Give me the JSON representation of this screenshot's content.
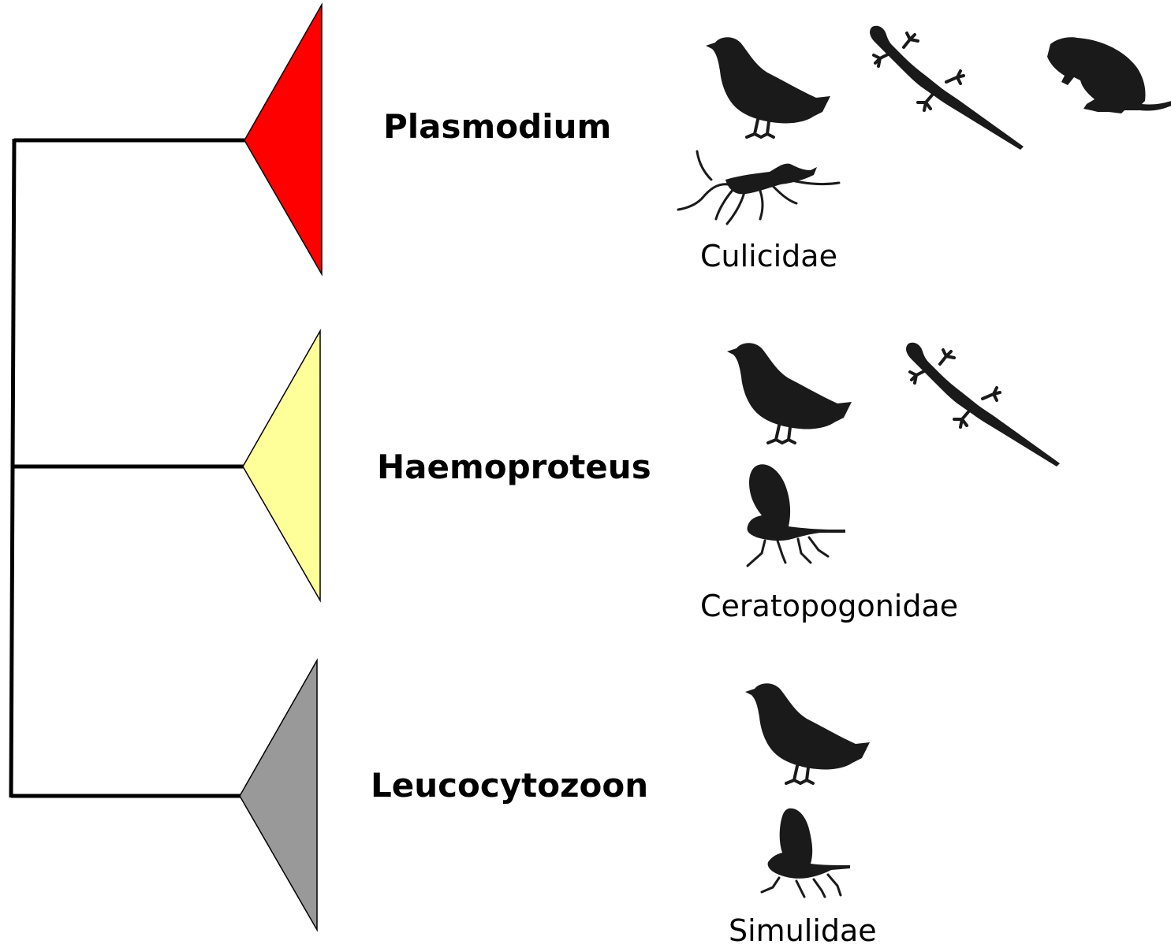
{
  "clades": [
    {
      "name": "Plasmodium",
      "color": "#ff0000",
      "hosts": [
        "bird-icon",
        "lizard-icon",
        "rodent-icon"
      ],
      "vector": {
        "name": "Culicidae",
        "icon": "mosquito-icon"
      }
    },
    {
      "name": "Haemoproteus",
      "color": "#ffff99",
      "hosts": [
        "bird-icon",
        "lizard-icon"
      ],
      "vector": {
        "name": "Ceratopogonidae",
        "icon": "biting-midge-icon"
      }
    },
    {
      "name": "Leucocytozoon",
      "color": "#999999",
      "hosts": [
        "bird-icon"
      ],
      "vector": {
        "name": "Simulidae",
        "icon": "blackfly-icon"
      }
    }
  ],
  "colors": {
    "line": "#000000",
    "silhouette": "#1a1a1a"
  }
}
